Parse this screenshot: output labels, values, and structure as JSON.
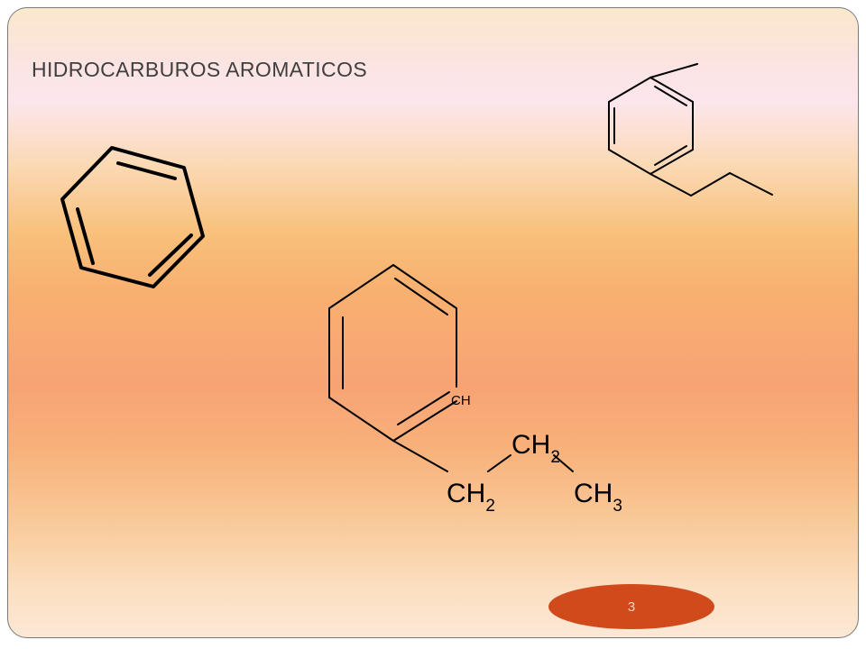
{
  "slide": {
    "title": "HIDROCARBUROS AROMATICOS",
    "page_number": "3"
  },
  "structures": {
    "propylbenzene": {
      "ring_label": "CH",
      "chain": [
        {
          "group": "CH",
          "subscript": "2"
        },
        {
          "group": "CH",
          "subscript": "2"
        },
        {
          "group": "CH",
          "subscript": "3"
        }
      ]
    }
  },
  "colors": {
    "badge": "#d04a1c",
    "title_text": "#3f3f3f",
    "bond_lines": "#000000"
  }
}
